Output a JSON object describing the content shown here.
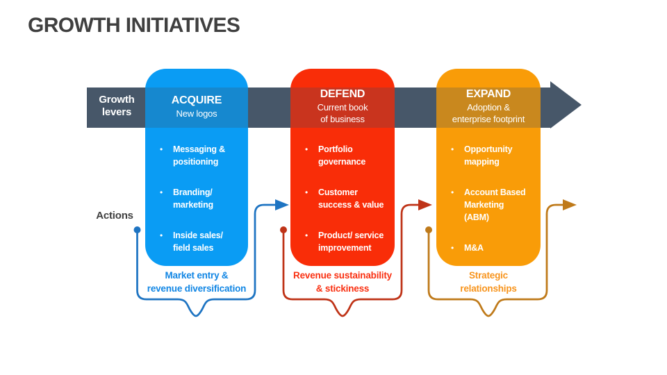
{
  "title": "GROWTH INITIATIVES",
  "bullet_char": "•",
  "colors": {
    "title_text": "#3f3f3f",
    "side_text": "#3f3f3f",
    "arrow_band": "#475769",
    "band_overlay": "rgba(60,74,95,0.25)",
    "acquire": "#0a9cf4",
    "defend": "#f92d08",
    "expand": "#f99c08",
    "acquire_line": "#1e74c2",
    "defend_line": "#bf3317",
    "expand_line": "#bf7a1a",
    "acquire_label": "#1186e4",
    "defend_label": "#f93011",
    "expand_label": "#f7941d"
  },
  "axis": {
    "levers_lines": [
      "Growth",
      "levers"
    ],
    "actions": "Actions"
  },
  "columns": [
    {
      "id": "acquire",
      "header": "ACQUIRE",
      "subtitle_lines": [
        "New logos"
      ],
      "bullets": [
        [
          "Messaging &",
          "positioning"
        ],
        [
          "Branding/",
          "marketing"
        ],
        [
          "Inside sales/",
          "field sales"
        ]
      ],
      "label_lines": [
        "Market entry &",
        "revenue diversification"
      ]
    },
    {
      "id": "defend",
      "header": "DEFEND",
      "subtitle_lines": [
        "Current book",
        "of business"
      ],
      "bullets": [
        [
          "Portfolio",
          "governance"
        ],
        [
          "Customer",
          "success & value"
        ],
        [
          "Product/ service",
          "improvement"
        ]
      ],
      "label_lines": [
        "Revenue sustainability",
        "& stickiness"
      ]
    },
    {
      "id": "expand",
      "header": "EXPAND",
      "subtitle_lines": [
        "Adoption &",
        "enterprise footprint"
      ],
      "bullets": [
        [
          "Opportunity",
          "mapping"
        ],
        [
          "Account Based",
          "Marketing",
          "(ABM)"
        ],
        [
          "M&A"
        ]
      ],
      "label_lines": [
        "Strategic",
        "relationships"
      ]
    }
  ]
}
